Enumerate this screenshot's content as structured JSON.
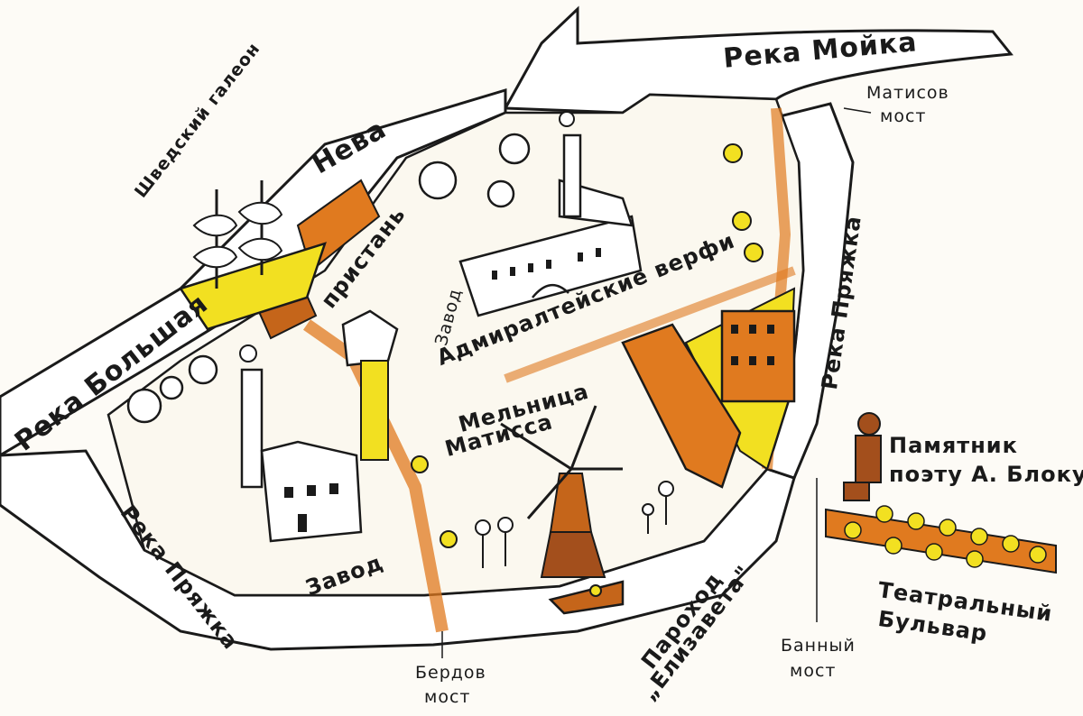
{
  "map": {
    "labels": {
      "river_moika": "Река Мойка",
      "river_bolshaya_neva": "Река Большая",
      "neva": "Нева",
      "swedish_galleon": "Шведский галеон",
      "pier": "пристань",
      "admiralty_factory_prefix": "Завод",
      "admiralty_shipyards": "Адмиралтейские верфи",
      "river_pryazhka_east": "Река Пряжка",
      "river_pryazhka_south": "Река Пряжка",
      "mill_line1": "Мельница",
      "mill_line2": "Матисса",
      "factory": "Завод",
      "matisov_bridge_line1": "Матисов",
      "matisov_bridge_line2": "мост",
      "monument_line1": "Памятник",
      "monument_line2": "поэту А. Блоку",
      "theatre_boulevard_line1": "Театральный",
      "theatre_boulevard_line2": "Бульвар",
      "steamer_line1": "Пароход",
      "steamer_line2": "„Елизавета\"",
      "bannyi_bridge_line1": "Банный",
      "bannyi_bridge_line2": "мост",
      "berdov_bridge_line1": "Бердов",
      "berdov_bridge_line2": "мост"
    },
    "colors": {
      "paper": "#fdfbf6",
      "ink": "#1a1a1a",
      "orange": "#e07a1f",
      "yellow": "#f2e021",
      "brown": "#8a4a1c",
      "water": "#ffffff"
    },
    "icons": [
      "ship-icon",
      "factory-icon",
      "windmill-icon",
      "tree-icon",
      "monument-icon",
      "steamer-icon",
      "people-icon"
    ]
  }
}
